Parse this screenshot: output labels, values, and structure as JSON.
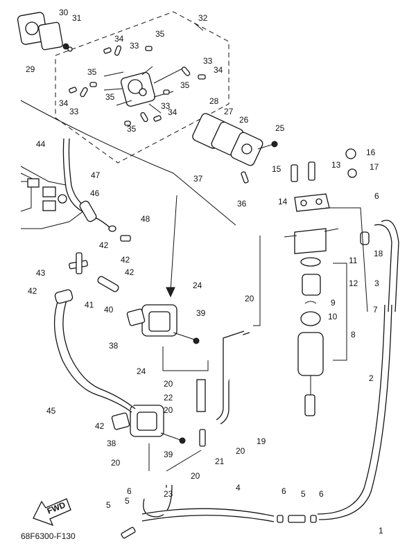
{
  "diagram": {
    "code": "68F6300-F130",
    "fwd_label": "FWD",
    "callouts": [
      "1",
      "2",
      "3",
      "4",
      "5",
      "5",
      "5",
      "6",
      "6",
      "6",
      "6",
      "7",
      "8",
      "9",
      "10",
      "11",
      "12",
      "13",
      "14",
      "15",
      "16",
      "17",
      "18",
      "19",
      "20",
      "20",
      "20",
      "20",
      "20",
      "20",
      "21",
      "22",
      "23",
      "24",
      "24",
      "25",
      "26",
      "27",
      "28",
      "29",
      "30",
      "31",
      "32",
      "33",
      "33",
      "33",
      "33",
      "34",
      "34",
      "34",
      "34",
      "35",
      "35",
      "35",
      "35",
      "35",
      "36",
      "37",
      "38",
      "38",
      "39",
      "39",
      "40",
      "41",
      "42",
      "42",
      "42",
      "42",
      "42",
      "43",
      "44",
      "45",
      "46",
      "47",
      "48"
    ]
  }
}
